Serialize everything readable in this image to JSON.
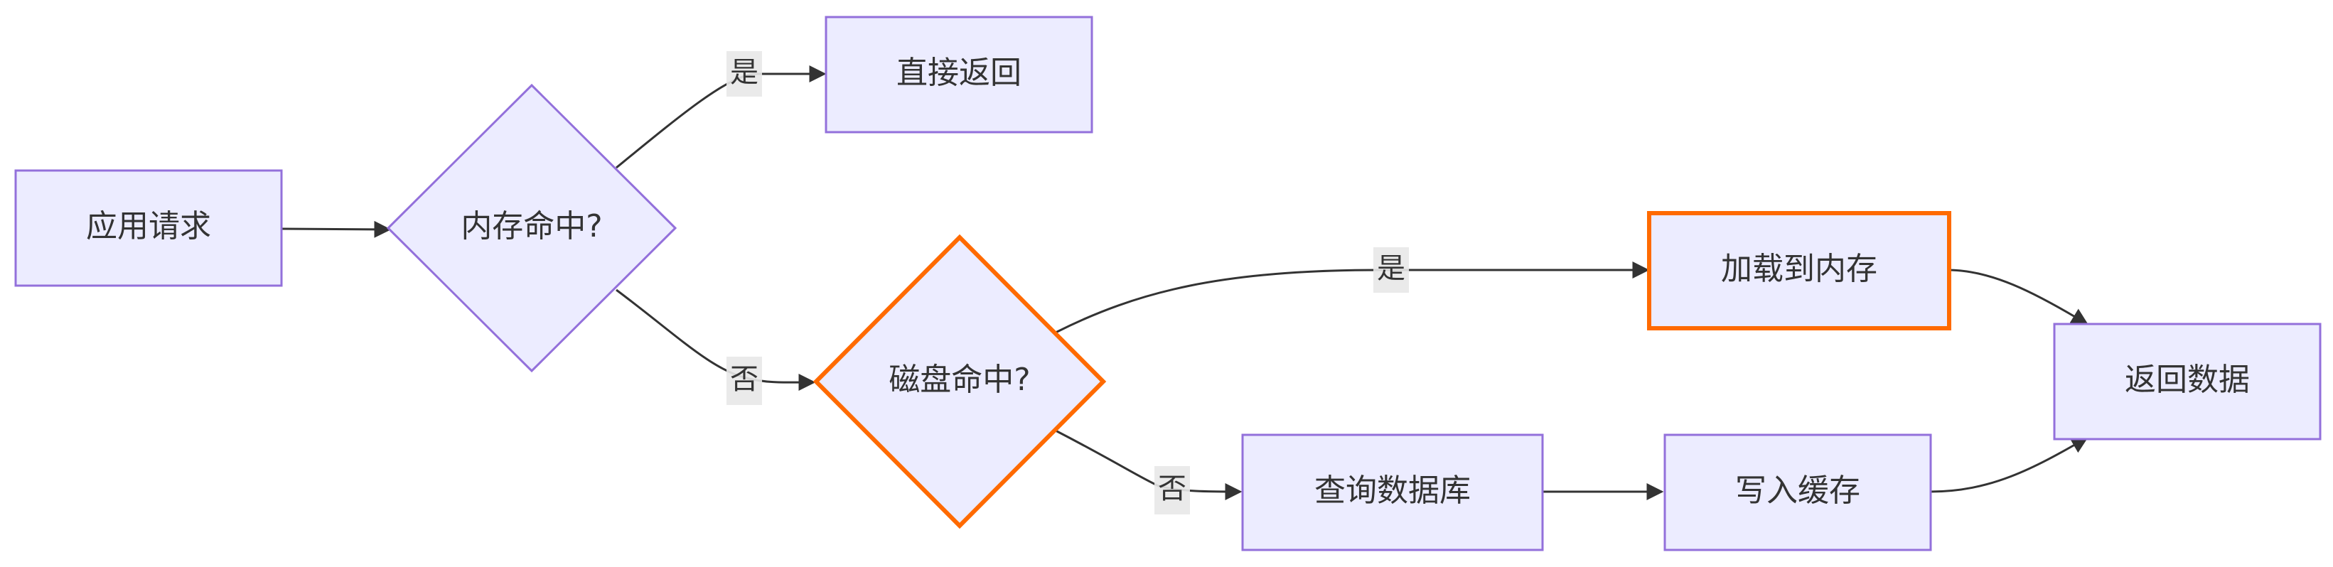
{
  "nodes": {
    "app_request": "应用请求",
    "memory_hit": "内存命中?",
    "return_direct": "直接返回",
    "disk_hit": "磁盘命中?",
    "load_to_memory": "加载到内存",
    "query_db": "查询数据库",
    "write_cache": "写入缓存",
    "return_data": "返回数据"
  },
  "edges": {
    "memory_yes": "是",
    "memory_no": "否",
    "disk_yes": "是",
    "disk_no": "否"
  },
  "colors": {
    "node_fill": "#ececff",
    "node_stroke": "#9370db",
    "highlight_stroke": "#ff6a00",
    "edge": "#333333",
    "label_bg": "#e8e8e8"
  }
}
